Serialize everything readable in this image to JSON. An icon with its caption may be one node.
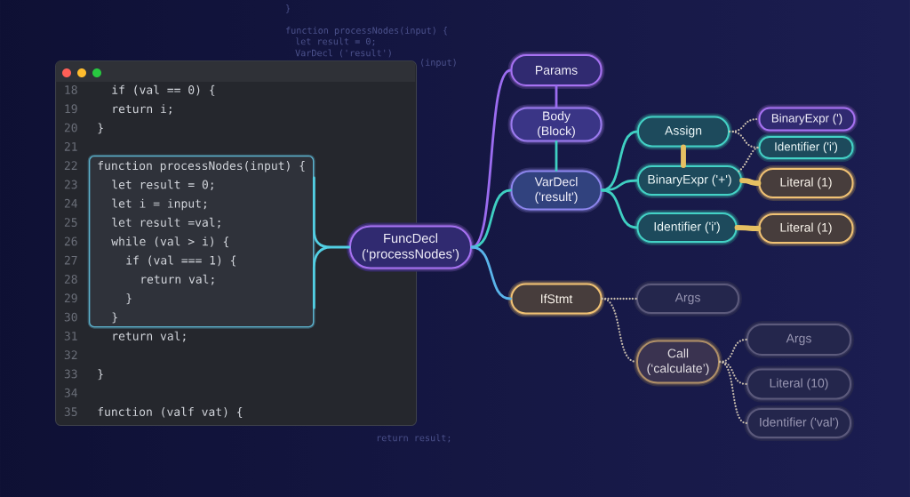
{
  "diagram": {
    "nodes": [
      {
        "text": [
          "18",
          "if (val == 0) {",
          "19",
          "return i;",
          "20",
          "}",
          "21",
          "22",
          "23",
          "24",
          "25",
          "26",
          "27",
          "28",
          "29",
          "30",
          "31",
          "return val;",
          "32",
          "33",
          "}",
          "34",
          "35",
          "function (valf vat) {"
        ]
      },
      {
        "text": [
          "function processNodes(input) {",
          "let result = 0;",
          "let i = input;",
          "let result =val;",
          "while (val > i) {",
          "if (val === 1) {",
          "return val;",
          "}",
          "}"
        ],
        "in": 0
      },
      {
        "text": [
          "FuncDecl (‘processNodes’)"
        ]
      },
      {
        "text": [
          "Params"
        ]
      },
      {
        "text": [
          "Body (Block)"
        ]
      },
      {
        "text": [
          "VarDecl ('result')"
        ]
      },
      {
        "text": [
          "IfStmt"
        ]
      },
      {
        "text": [
          "Assign"
        ]
      },
      {
        "text": [
          "BinaryExpr ('+')"
        ]
      },
      {
        "text": [
          "Identifier ('i')"
        ]
      },
      {
        "text": [
          "BinaryExpr (')"
        ]
      },
      {
        "text": [
          "Identifier ('i')"
        ]
      },
      {
        "text": [
          "Literal (1)"
        ]
      },
      {
        "text": [
          "Literal (1)"
        ]
      },
      {
        "text": [
          "Args"
        ]
      },
      {
        "text": [
          "Call (‘calculate’)"
        ]
      },
      {
        "text": [
          "Args"
        ]
      },
      {
        "text": [
          "Literal (10)"
        ]
      },
      {
        "text": [
          "Identifier ('val')"
        ]
      }
    ],
    "edges": [
      {
        "from": 1,
        "to": 2,
        "arrow": "none",
        "color": "#52cfe3"
      },
      {
        "from": 2,
        "to": 3,
        "arrow": "none",
        "color": "#9b6cf0"
      },
      {
        "from": 3,
        "to": 4,
        "arrow": "none",
        "color": "#9b6cf0"
      },
      {
        "from": 2,
        "to": 5,
        "arrow": "none",
        "color": "#3fcfc2"
      },
      {
        "from": 4,
        "to": 5,
        "arrow": "none",
        "color": "#3fcfc2"
      },
      {
        "from": 2,
        "to": 6,
        "arrow": "none",
        "color": "#5ab4ea"
      },
      {
        "from": 5,
        "to": 7,
        "arrow": "none",
        "color": "#3fcfc2"
      },
      {
        "from": 5,
        "to": 8,
        "arrow": "none",
        "color": "#3fcfc2"
      },
      {
        "from": 5,
        "to": 9,
        "arrow": "none",
        "color": "#3fcfc2"
      },
      {
        "from": 7,
        "to": 8,
        "arrow": "none",
        "style": "thick",
        "color": "#e6c062"
      },
      {
        "from": 7,
        "to": 10,
        "arrow": "none",
        "style": "dashed"
      },
      {
        "from": 7,
        "to": 11,
        "arrow": "none",
        "style": "dashed"
      },
      {
        "from": 8,
        "to": 11,
        "arrow": "none",
        "style": "dashed"
      },
      {
        "from": 8,
        "to": 12,
        "arrow": "none",
        "style": "thick",
        "color": "#e6c062"
      },
      {
        "from": 9,
        "to": 13,
        "arrow": "none",
        "style": "thick",
        "color": "#e6c062"
      },
      {
        "from": 6,
        "to": 14,
        "arrow": "none",
        "style": "dashed"
      },
      {
        "from": 6,
        "to": 15,
        "arrow": "none",
        "style": "dashed"
      },
      {
        "from": 15,
        "to": 16,
        "arrow": "none",
        "style": "dashed"
      },
      {
        "from": 15,
        "to": 17,
        "arrow": "none",
        "style": "dashed"
      },
      {
        "from": 15,
        "to": 18,
        "arrow": "none",
        "style": "dashed"
      }
    ],
    "labels": [
      "}",
      "function processNodes(input) {",
      "let result = 0;",
      "VarDecl ('result')",
      "(input)",
      "return result;"
    ]
  }
}
